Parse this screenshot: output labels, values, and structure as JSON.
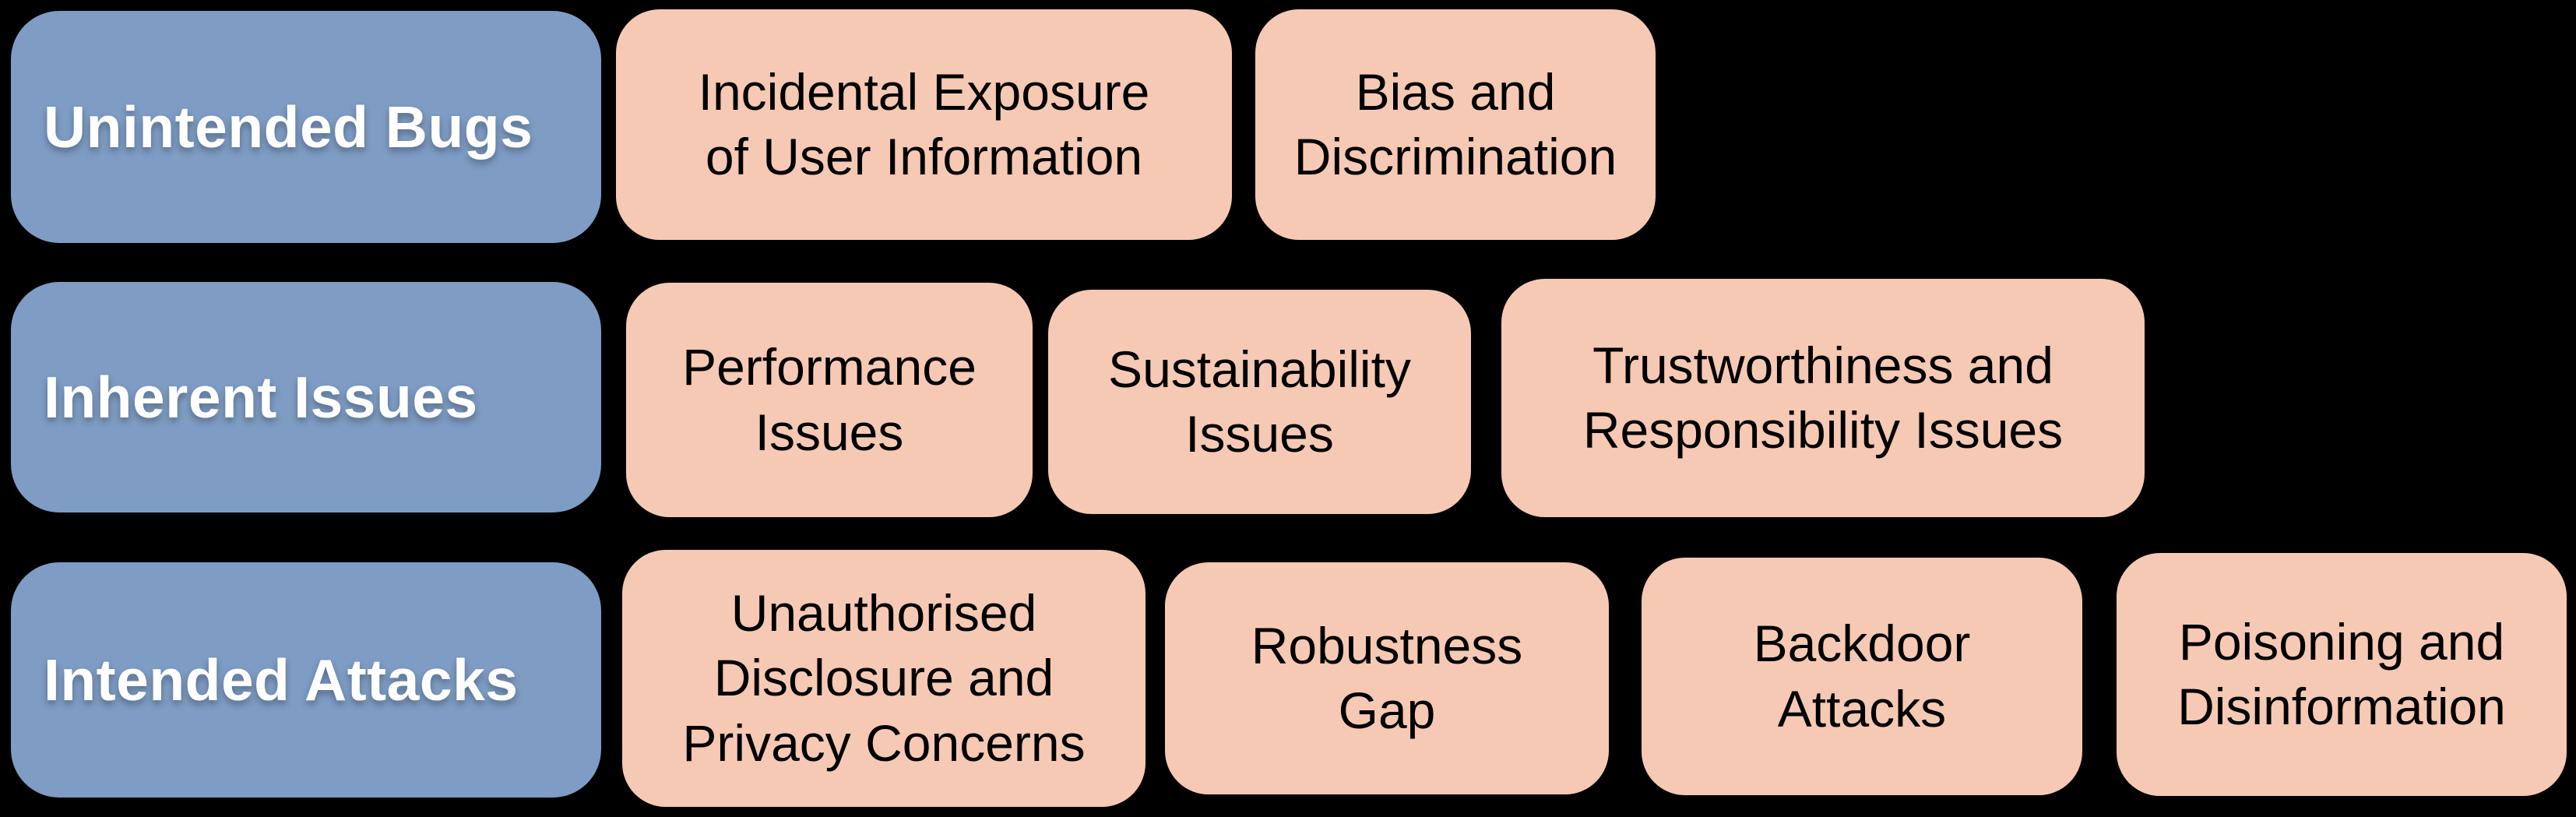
{
  "diagram": {
    "title": "AI safety and security issues taxonomy",
    "background": "#000000",
    "colors": {
      "category_fill": "#7E9CC4",
      "category_text": "#FFFFFF",
      "item_fill": "#F6C9B4",
      "item_border": "#000000",
      "item_text": "#000000"
    },
    "rows": [
      {
        "category": {
          "label": "Unintended Bugs"
        },
        "items": [
          {
            "label": "Incidental Exposure\nof User Information"
          },
          {
            "label": "Bias and\nDiscrimination"
          }
        ]
      },
      {
        "category": {
          "label": "Inherent Issues"
        },
        "items": [
          {
            "label": "Performance\nIssues"
          },
          {
            "label": "Sustainability\nIssues"
          },
          {
            "label": "Trustworthiness and\nResponsibility Issues"
          }
        ]
      },
      {
        "category": {
          "label": "Intended Attacks"
        },
        "items": [
          {
            "label": "Unauthorised\nDisclosure and\nPrivacy Concerns"
          },
          {
            "label": "Robustness\nGap"
          },
          {
            "label": "Backdoor\nAttacks"
          },
          {
            "label": "Poisoning and\nDisinformation"
          }
        ]
      }
    ]
  }
}
